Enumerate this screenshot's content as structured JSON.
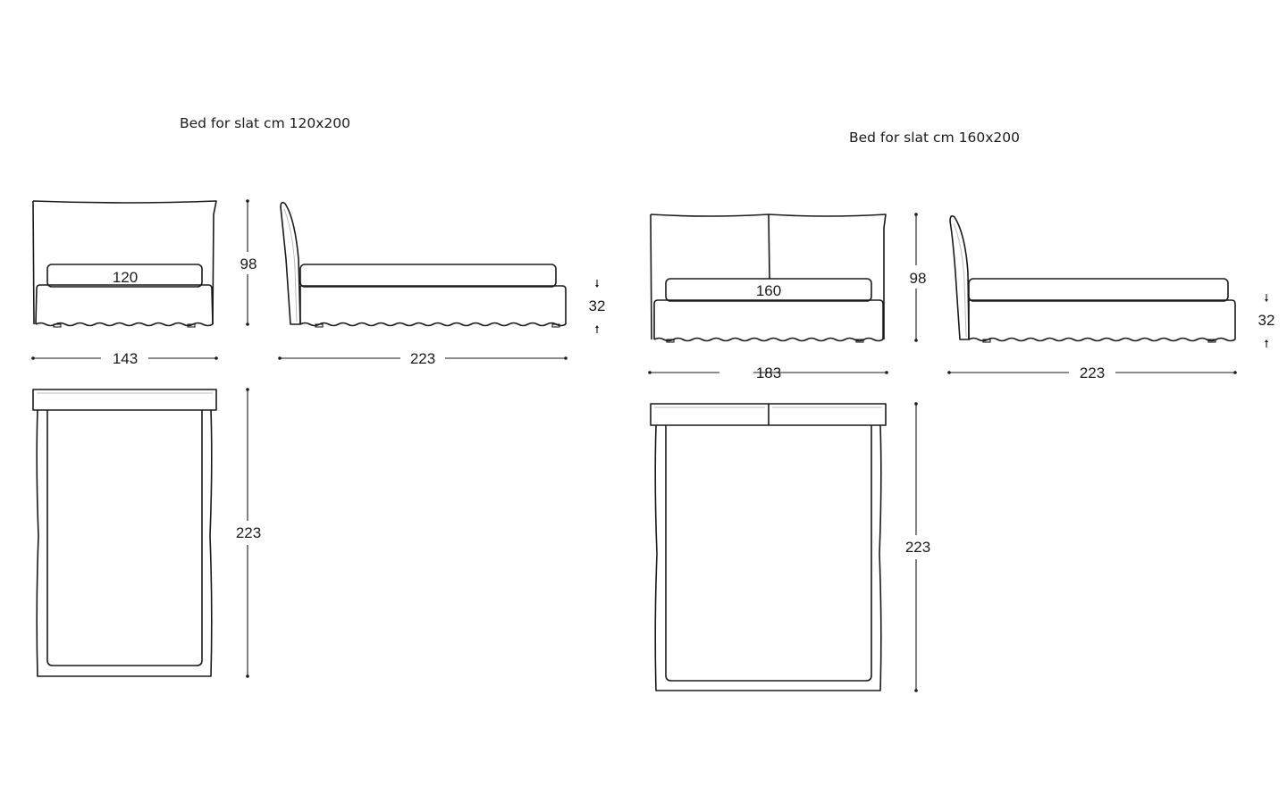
{
  "left": {
    "title": "Bed for slat cm 120x200",
    "mattress_label": "120",
    "front_height": "98",
    "front_width": "143",
    "side_length": "223",
    "base_height": "32",
    "top_length": "223"
  },
  "right": {
    "title": "Bed for slat cm 160x200",
    "mattress_label": "160",
    "front_height": "98",
    "front_width": "183",
    "side_length": "223",
    "base_height": "32",
    "top_length": "223"
  }
}
